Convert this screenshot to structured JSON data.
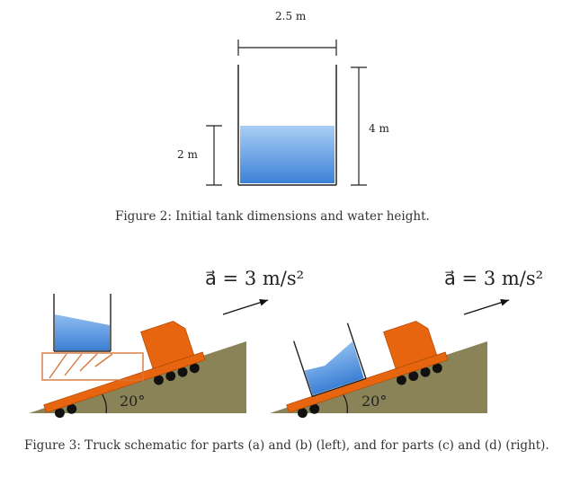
{
  "figure2": {
    "width_label": "2.5 m",
    "tank_height_label": "4 m",
    "water_height_label": "2 m",
    "caption": "Figure 2: Initial tank dimensions and water height."
  },
  "figure3": {
    "left": {
      "acceleration_label": "a⃗ = 3 m/s²",
      "angle_label": "20°"
    },
    "right": {
      "acceleration_label": "a⃗ = 3 m/s²",
      "angle_label": "20°"
    },
    "caption": "Figure 3: Truck schematic for parts (a) and (b) (left), and for parts (c) and (d) (right)."
  },
  "colors": {
    "slope": "#8b8358",
    "truck": "#e8650f",
    "water_top": "#a8cdf3",
    "water_bottom": "#3f84d8",
    "frame": "#d9773a"
  }
}
